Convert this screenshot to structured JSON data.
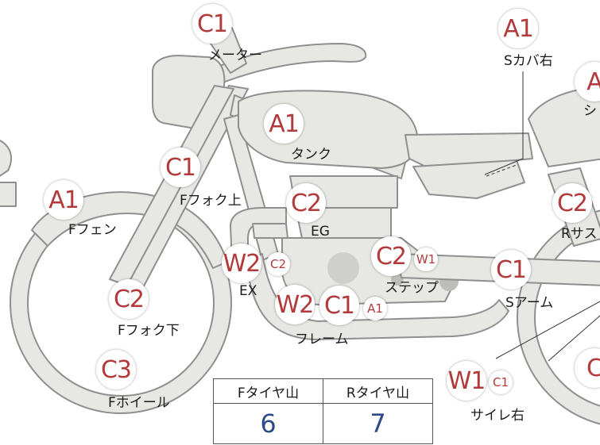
{
  "parts": [
    {
      "id": "meter",
      "label": "メーター",
      "codes": [
        "C1"
      ]
    },
    {
      "id": "s-cover-right",
      "label": "Sカバ右",
      "codes": [
        "A1"
      ]
    },
    {
      "id": "seat",
      "label": "シ",
      "codes": [
        "A"
      ]
    },
    {
      "id": "tank",
      "label": "タンク",
      "codes": [
        "A1"
      ]
    },
    {
      "id": "f-fork-upper",
      "label": "Fフォク上",
      "codes": [
        "C1"
      ]
    },
    {
      "id": "f-fender",
      "label": "Fフェン",
      "codes": [
        "A1"
      ]
    },
    {
      "id": "engine",
      "label": "EG",
      "codes": [
        "C2"
      ]
    },
    {
      "id": "r-suspension",
      "label": "Rサス",
      "codes": [
        "C2"
      ]
    },
    {
      "id": "exhaust",
      "label": "EX",
      "codes": [
        "W2",
        "C2"
      ]
    },
    {
      "id": "step",
      "label": "ステップ",
      "codes": [
        "C2",
        "W1"
      ]
    },
    {
      "id": "s-arm",
      "label": "Sアーム",
      "codes": [
        "C1"
      ]
    },
    {
      "id": "f-fork-lower",
      "label": "Fフォク下",
      "codes": [
        "C2"
      ]
    },
    {
      "id": "frame",
      "label": "フレーム",
      "codes": [
        "W2",
        "C1",
        "A1"
      ]
    },
    {
      "id": "f-wheel",
      "label": "Fホイール",
      "codes": [
        "C3"
      ]
    },
    {
      "id": "silencer-right",
      "label": "サイレ右",
      "codes": [
        "W1",
        "C1"
      ]
    },
    {
      "id": "r-wheel",
      "label": "",
      "codes": [
        "C"
      ]
    }
  ],
  "tire_table": {
    "headers": [
      "Fタイヤ山",
      "Rタイヤ山"
    ],
    "values": [
      "6",
      "7"
    ]
  },
  "colors": {
    "code_text": "#b23a3a",
    "value_text": "#2f4a8a",
    "bike_fill": "#e7e7e4",
    "bike_stroke": "#8f8f8f"
  }
}
